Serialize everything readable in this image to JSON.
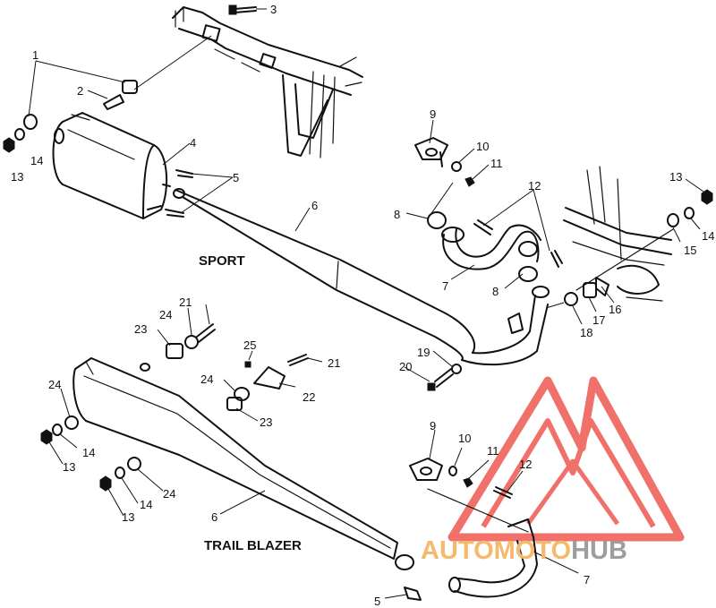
{
  "labels": {
    "sport": "SPORT",
    "trail_blazer": "TRAIL BLAZER"
  },
  "callouts": {
    "c1": "1",
    "c2": "2",
    "c3": "3",
    "c4": "4",
    "c5a": "5",
    "c6a": "6",
    "c7a": "7",
    "c8a": "8",
    "c8b": "8",
    "c9a": "9",
    "c10a": "10",
    "c11a": "11",
    "c12a": "12",
    "c13a": "13",
    "c13b": "13",
    "c14a": "14",
    "c14b": "14",
    "c15": "15",
    "c16": "16",
    "c17": "17",
    "c18": "18",
    "c19": "19",
    "c20": "20",
    "c21a": "21",
    "c21b": "21",
    "c22": "22",
    "c23a": "23",
    "c23b": "23",
    "c24a": "24",
    "c24b": "24",
    "c24c": "24",
    "c25": "25",
    "c24d": "24",
    "c13c": "13",
    "c14c": "14",
    "c13d": "13",
    "c14d": "14",
    "c6b": "6",
    "c9b": "9",
    "c10b": "10",
    "c11b": "11",
    "c12b": "12",
    "c7b": "7",
    "c5b": "5"
  },
  "watermark": {
    "part1": "AUTOMOTO",
    "part2": "HUB",
    "color_part1": "#f5b96e",
    "color_part2": "#9e9e9e",
    "logo_color": "#f0706a"
  }
}
